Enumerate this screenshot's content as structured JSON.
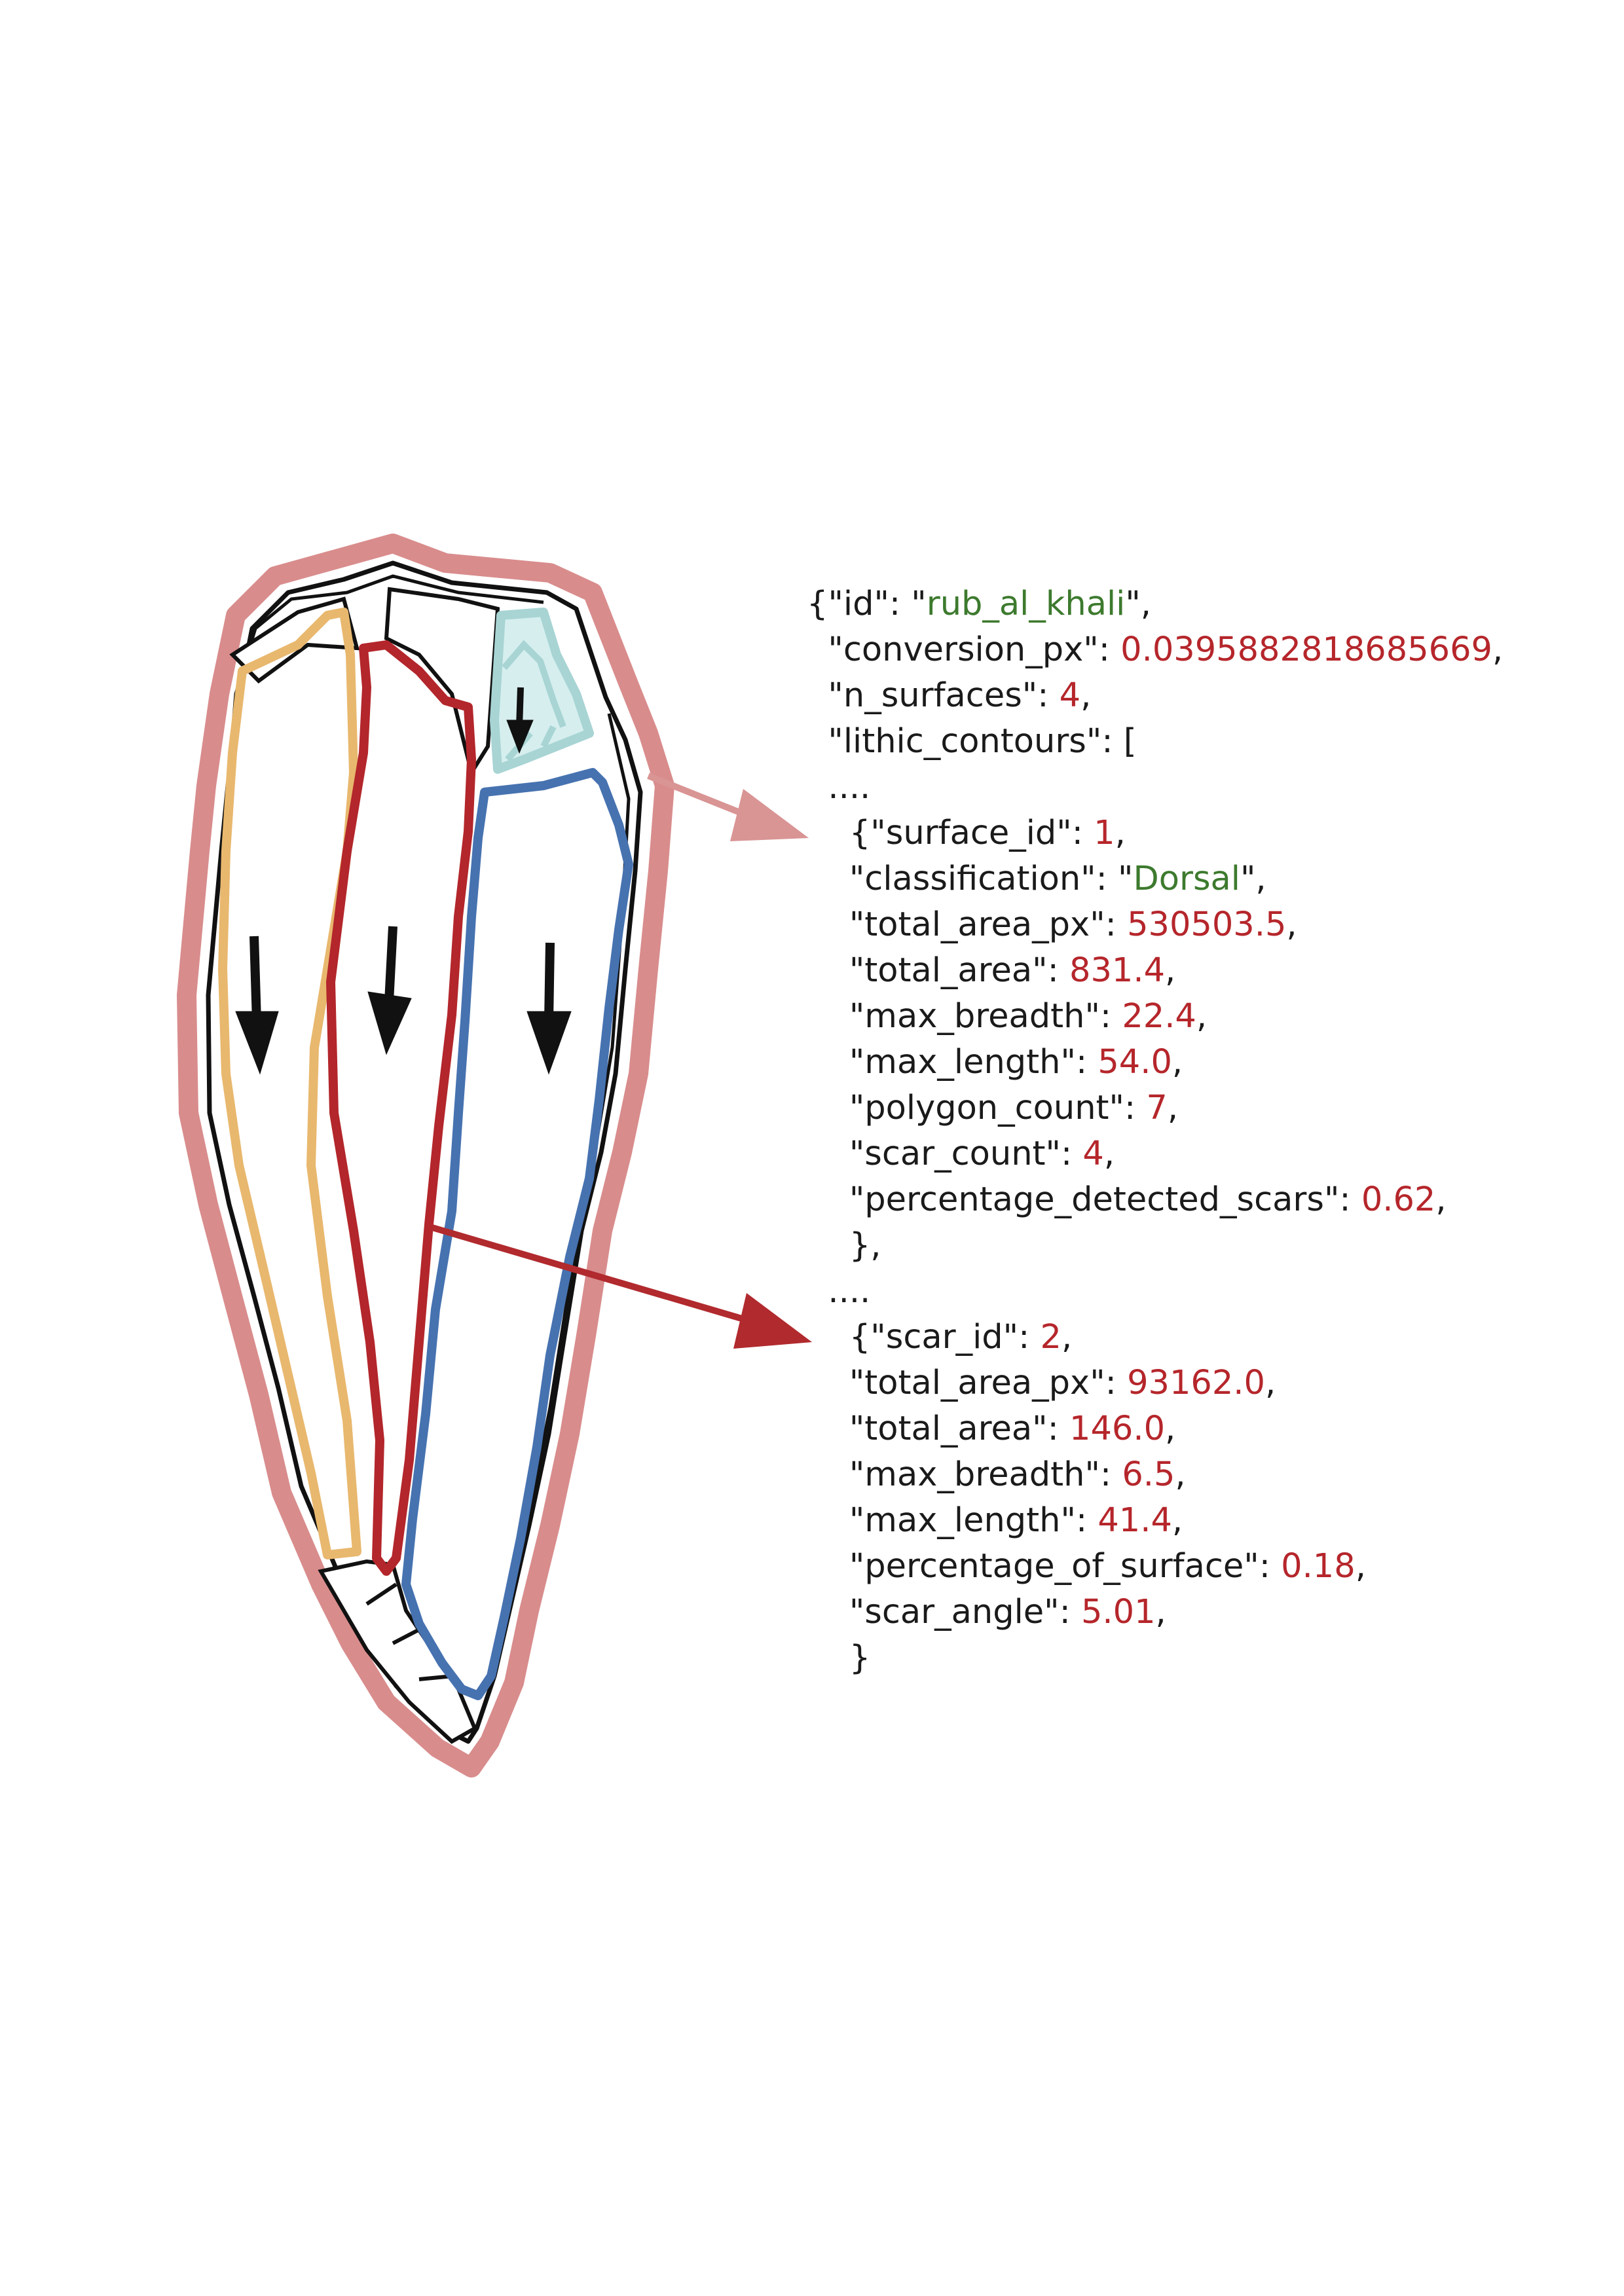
{
  "colors": {
    "outline_halo": "#d98c8c",
    "surface_orange": "#e8b86e",
    "surface_red": "#b3262b",
    "surface_blue": "#4672b0",
    "surface_teal": "#a8d4d4",
    "arrow_pink": "#d99494",
    "arrow_darkred": "#b12a2e",
    "json_number": "#b5262b",
    "json_string": "#3d7a2e"
  },
  "json_snippet": [
    {
      "i": 0,
      "pre": "{\"id\": \"",
      "value": "rub_al_khali",
      "type": "str",
      "post": "\","
    },
    {
      "i": 1,
      "pre": "\"conversion_px\": ",
      "value": "0.0395882818685669",
      "type": "num",
      "post": ","
    },
    {
      "i": 2,
      "pre": "\"n_surfaces\": ",
      "value": "4",
      "type": "num",
      "post": ","
    },
    {
      "i": 3,
      "pre": "\"lithic_contours\": [",
      "value": "",
      "type": "",
      "post": ""
    },
    {
      "i": 3,
      "pre": "....",
      "value": "",
      "type": "",
      "post": ""
    },
    {
      "i": 4,
      "pre": "{\"surface_id\": ",
      "value": "1",
      "type": "num",
      "post": ","
    },
    {
      "i": 4,
      "pre": "\"classification\": \"",
      "value": "Dorsal",
      "type": "str",
      "post": "\","
    },
    {
      "i": 4,
      "pre": "\"total_area_px\": ",
      "value": "530503.5",
      "type": "num",
      "post": ","
    },
    {
      "i": 4,
      "pre": "\"total_area\": ",
      "value": "831.4",
      "type": "num",
      "post": ","
    },
    {
      "i": 4,
      "pre": "\"max_breadth\": ",
      "value": "22.4",
      "type": "num",
      "post": ","
    },
    {
      "i": 4,
      "pre": "\"max_length\": ",
      "value": "54.0",
      "type": "num",
      "post": ","
    },
    {
      "i": 4,
      "pre": "\"polygon_count\": ",
      "value": "7",
      "type": "num",
      "post": ","
    },
    {
      "i": 4,
      "pre": "\"scar_count\": ",
      "value": "4",
      "type": "num",
      "post": ","
    },
    {
      "i": 4,
      "pre": "\"percentage_detected_scars\": ",
      "value": "0.62",
      "type": "num",
      "post": ","
    },
    {
      "i": 4,
      "pre": "},",
      "value": "",
      "type": "",
      "post": ""
    },
    {
      "i": 3,
      "pre": "....",
      "value": "",
      "type": "",
      "post": ""
    },
    {
      "i": 4,
      "pre": "{\"scar_id\": ",
      "value": "2",
      "type": "num",
      "post": ","
    },
    {
      "i": 4,
      "pre": "\"total_area_px\": ",
      "value": "93162.0",
      "type": "num",
      "post": ","
    },
    {
      "i": 4,
      "pre": "\"total_area\": ",
      "value": "146.0",
      "type": "num",
      "post": ","
    },
    {
      "i": 4,
      "pre": "\"max_breadth\": ",
      "value": "6.5",
      "type": "num",
      "post": ","
    },
    {
      "i": 4,
      "pre": "\"max_length\": ",
      "value": "41.4",
      "type": "num",
      "post": ","
    },
    {
      "i": 4,
      "pre": "\"percentage_of_surface\": ",
      "value": "0.18",
      "type": "num",
      "post": ","
    },
    {
      "i": 4,
      "pre": "\"scar_angle\": ",
      "value": "5.01",
      "type": "num",
      "post": ","
    },
    {
      "i": 4,
      "pre": "}",
      "value": "",
      "type": "",
      "post": ""
    }
  ]
}
